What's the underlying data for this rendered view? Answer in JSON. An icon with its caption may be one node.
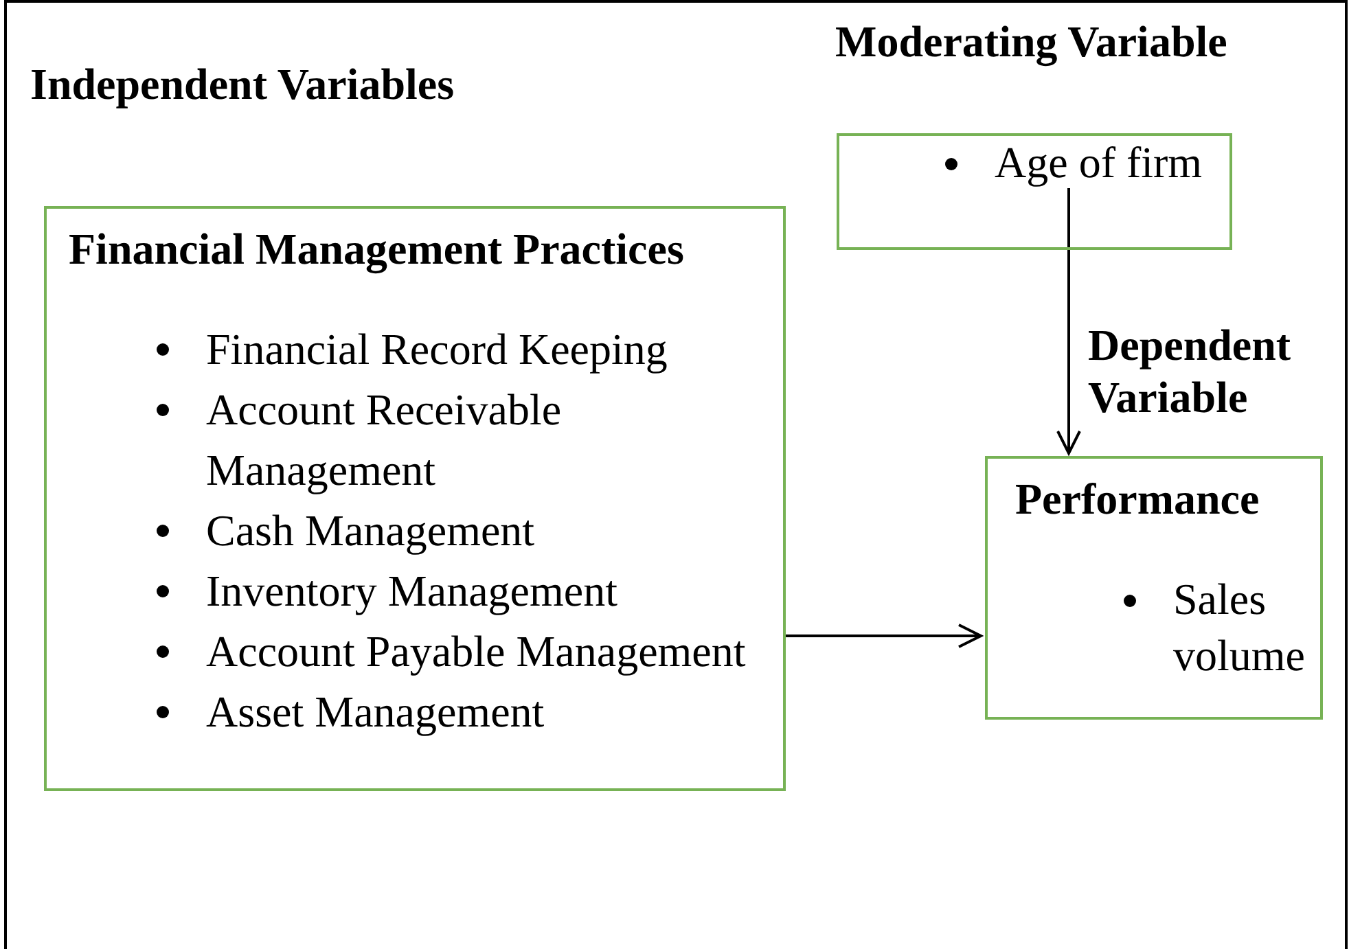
{
  "diagram": {
    "nodes": [
      {
        "text": [
          "Independent Variables",
          "Financial Management Practices",
          "Financial Record Keeping",
          "Account Receivable Management",
          "Cash Management",
          "Inventory Management",
          "Account Payable Management",
          "Asset Management"
        ]
      },
      {
        "text": [
          "Moderating Variable",
          "Age of firm"
        ]
      },
      {
        "text": [
          "Dependent Variable",
          "Performance",
          "Sales volume"
        ]
      }
    ],
    "edges": [
      {
        "from": 0,
        "to": 2,
        "arrow": "to"
      },
      {
        "from": 1,
        "to": 2,
        "arrow": "to"
      }
    ]
  }
}
